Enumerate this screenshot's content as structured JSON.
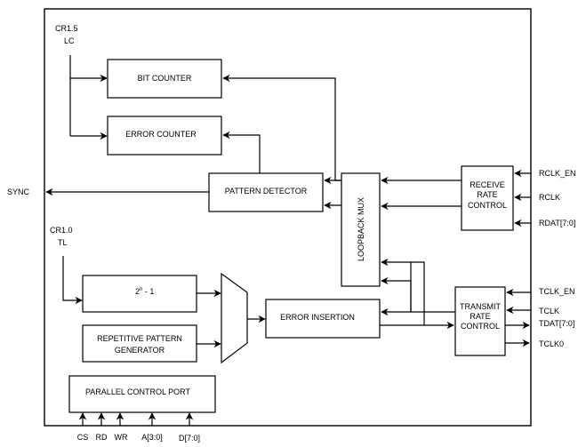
{
  "diagram": {
    "blocks": {
      "bit_counter": "BIT COUNTER",
      "error_counter": "ERROR COUNTER",
      "pattern_detector": "PATTERN DETECTOR",
      "loopback_mux": "LOOPBACK MUX",
      "receive_rate_control": [
        "RECEIVE",
        "RATE",
        "CONTROL"
      ],
      "transmit_rate_control": [
        "TRANSMIT",
        "RATE",
        "CONTROL"
      ],
      "prbs_base": "2",
      "prbs_exp": "n",
      "prbs_suffix": " - 1",
      "repetitive_pattern_generator": [
        "REPETITIVE PATTERN",
        "GENERATOR"
      ],
      "error_insertion": "ERROR INSERTION",
      "parallel_control_port": "PARALLEL CONTROL PORT"
    },
    "labels": {
      "cr15": "CR1.5",
      "lc": "LC",
      "cr10": "CR1.0",
      "tl": "TL",
      "sync": "SYNC"
    },
    "right_signals": {
      "rclk_en": "RCLK_EN",
      "rclk": "RCLK",
      "rdat": "RDAT[7:0]",
      "tclk_en": "TCLK_EN",
      "tclk": "TCLK",
      "tdat": "TDAT[7:0]",
      "tclk0": "TCLK0"
    },
    "bottom_signals": [
      "CS",
      "RD",
      "WR",
      "A[3:0]",
      "D[7:0]"
    ]
  }
}
